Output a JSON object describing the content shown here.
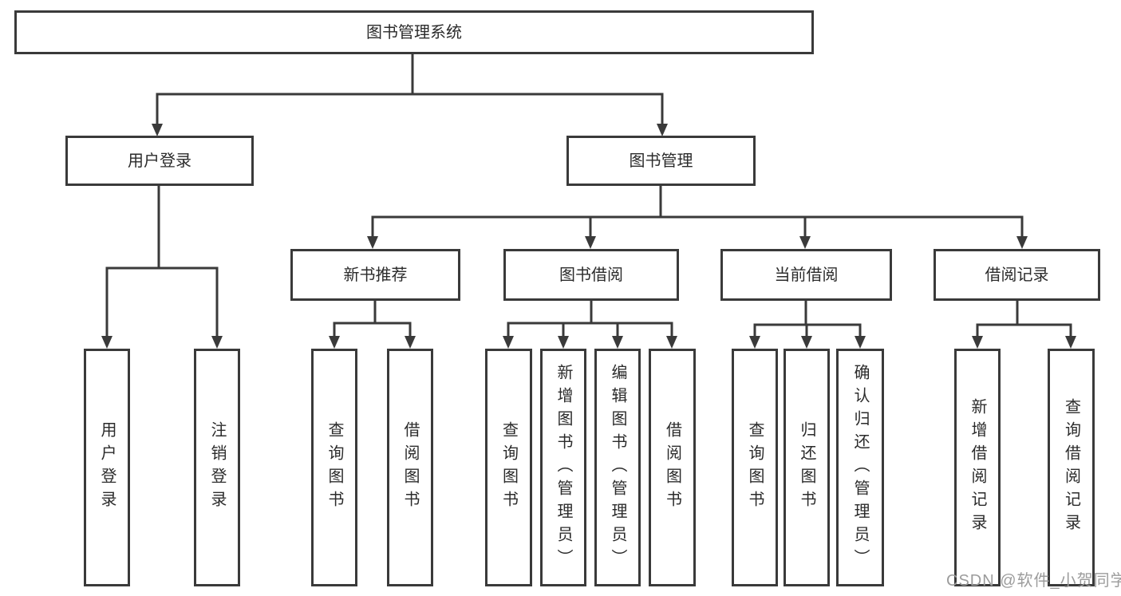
{
  "colors": {
    "line": "#3a3a3a",
    "text": "#2b2b2b",
    "watermark": "#9c9c9c",
    "bg": "#ffffff"
  },
  "tree": {
    "root": "图书管理系统",
    "level2": {
      "login": "用户登录",
      "management": "图书管理"
    },
    "level3": {
      "recommend": "新书推荐",
      "borrow": "图书借阅",
      "current": "当前借阅",
      "records": "借阅记录"
    },
    "leaves": {
      "login": [
        "用户登录",
        "注销登录"
      ],
      "recommend": [
        "查询图书",
        "借阅图书"
      ],
      "borrow": [
        "查询图书",
        "新增图书（管理员）",
        "编辑图书（管理员）",
        "借阅图书"
      ],
      "current": [
        "查询图书",
        "归还图书",
        "确认归还（管理员）"
      ],
      "records": [
        "新增借阅记录",
        "查询借阅记录"
      ]
    }
  },
  "watermark": "CSDN @软件_小贺同学"
}
